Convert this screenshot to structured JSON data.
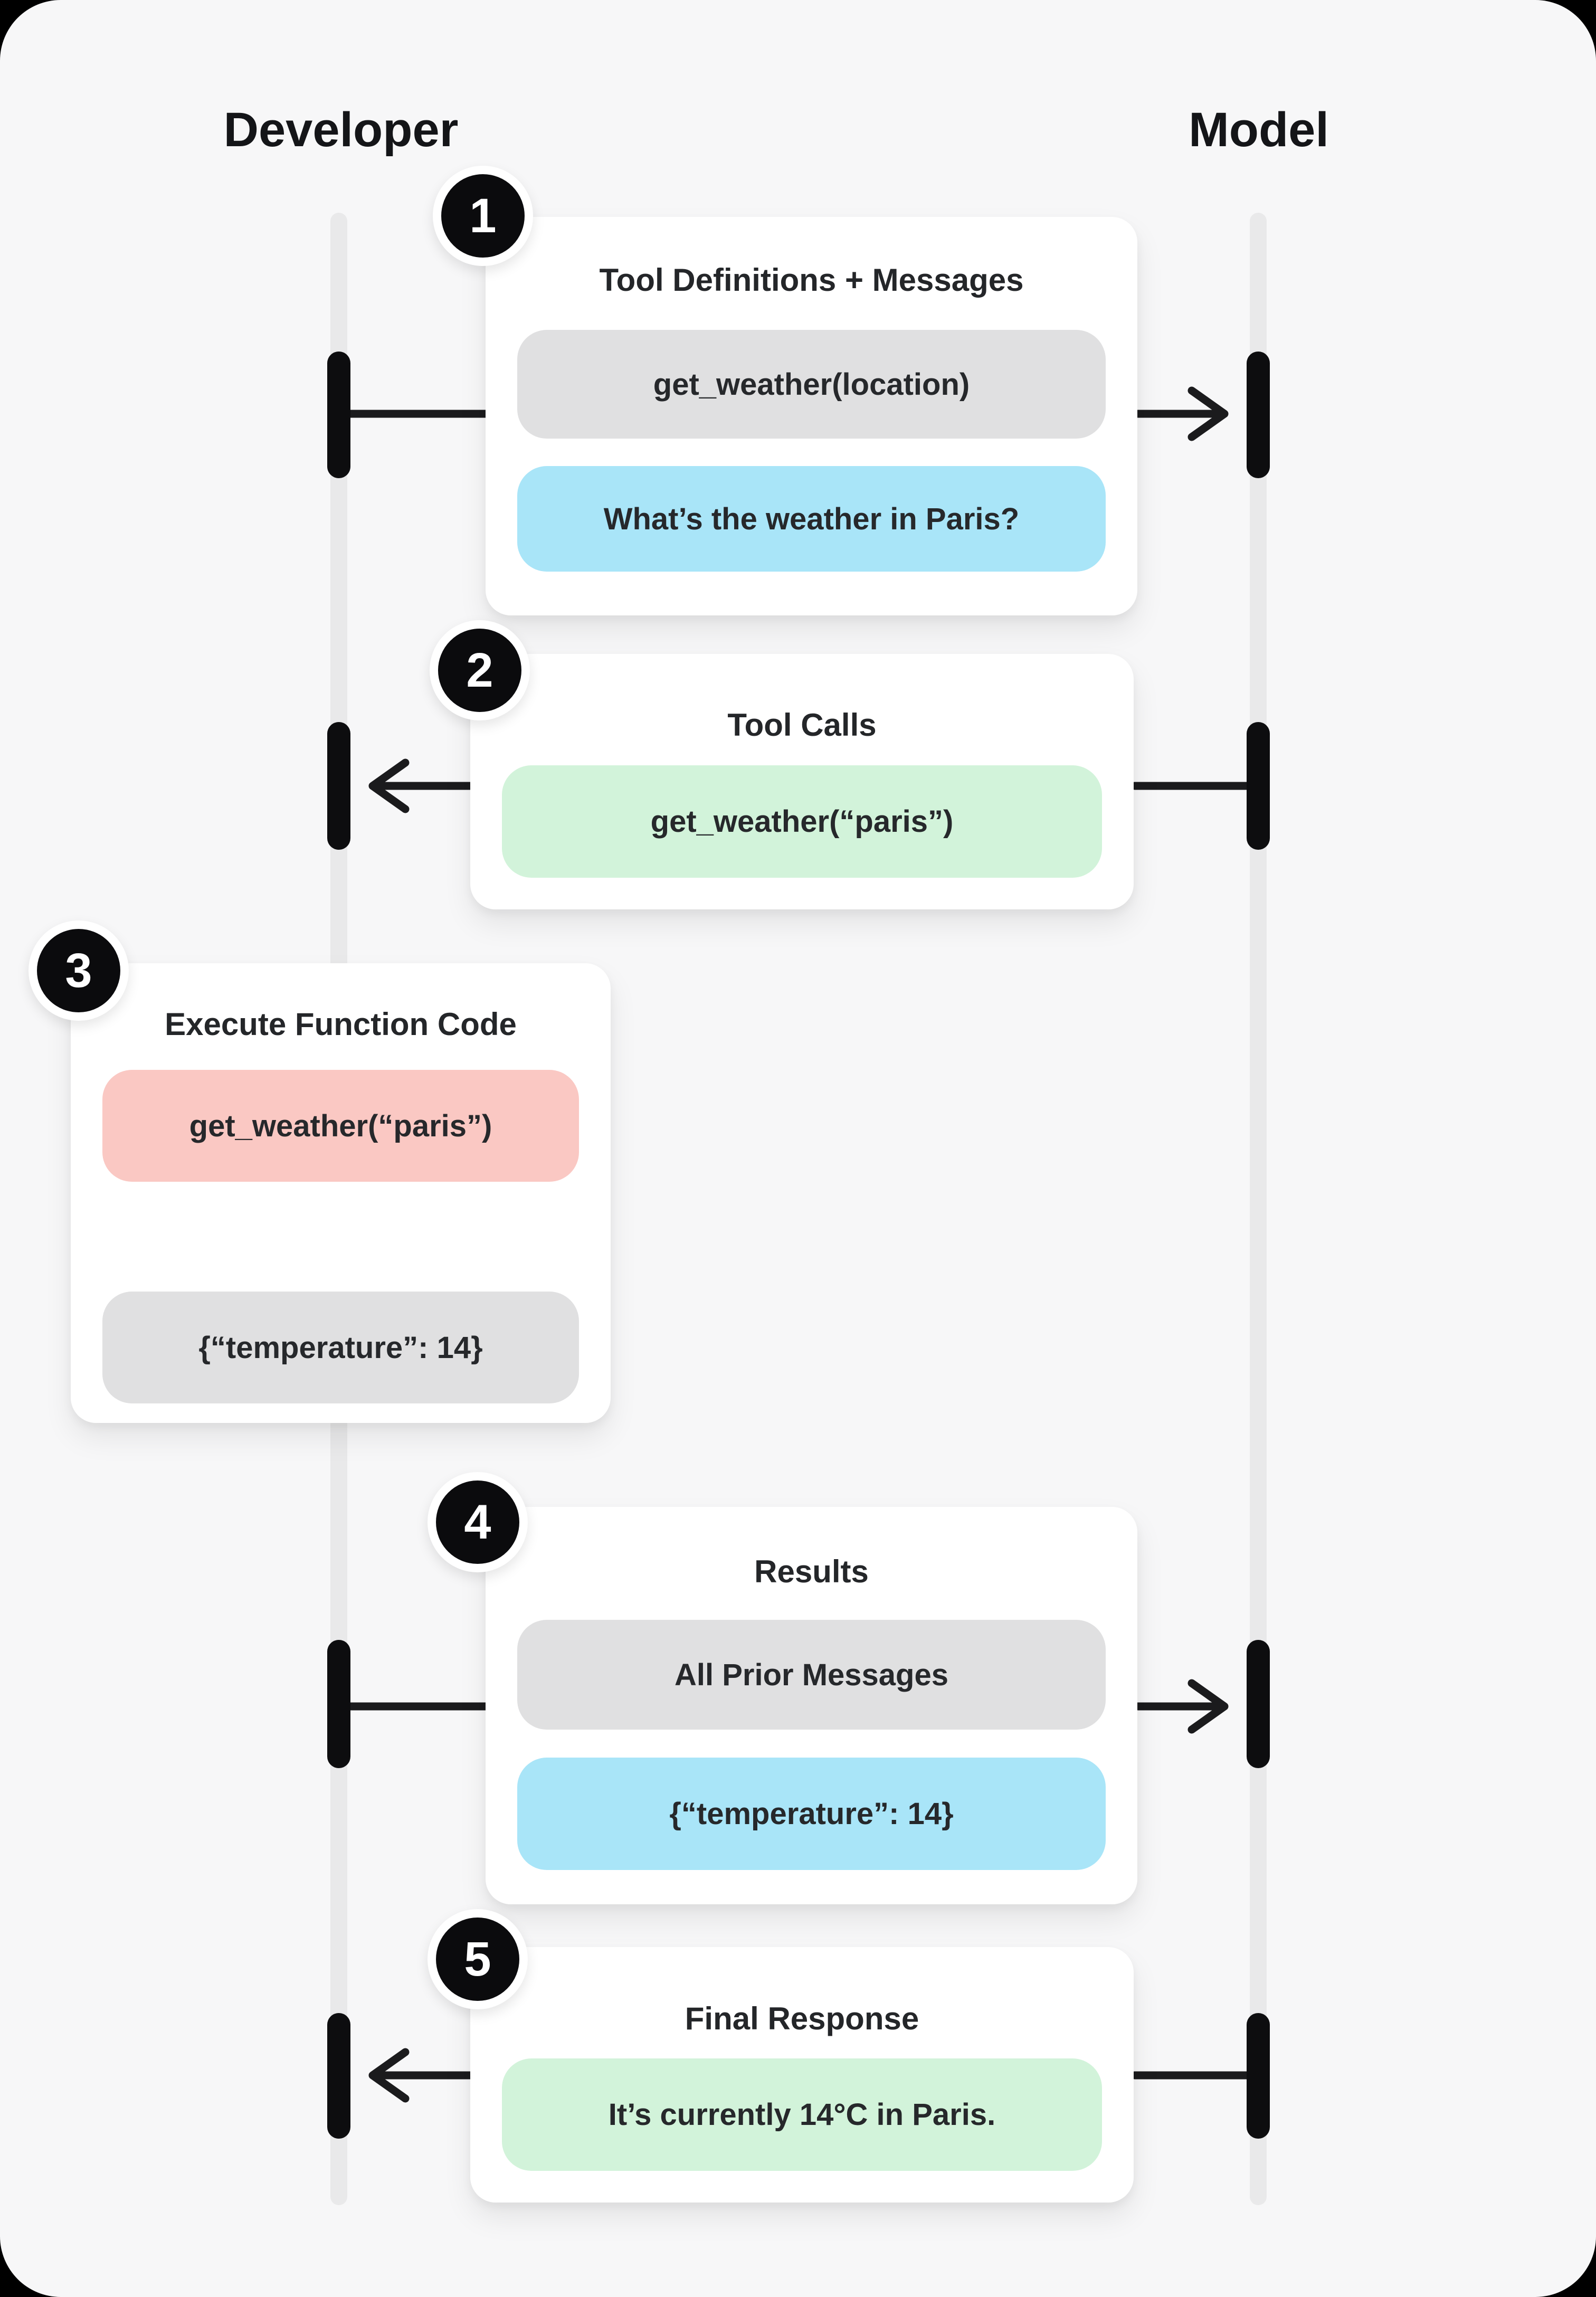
{
  "diagram": {
    "left_lane_label": "Developer",
    "right_lane_label": "Model"
  },
  "steps": [
    {
      "number": "1",
      "title": "Tool Definitions + Messages",
      "direction": "developer-to-model",
      "pills": [
        {
          "style": "gray",
          "text": "get_weather(location)"
        },
        {
          "style": "blue",
          "text": "What’s the weather in Paris?"
        }
      ]
    },
    {
      "number": "2",
      "title": "Tool Calls",
      "direction": "model-to-developer",
      "pills": [
        {
          "style": "green",
          "text": "get_weather(“paris”)"
        }
      ]
    },
    {
      "number": "3",
      "title": "Execute Function Code",
      "direction": "developer-local",
      "pills": [
        {
          "style": "red",
          "text": "get_weather(“paris”)"
        },
        {
          "style": "gray",
          "text": "{“temperature”: 14}"
        }
      ]
    },
    {
      "number": "4",
      "title": "Results",
      "direction": "developer-to-model",
      "pills": [
        {
          "style": "gray",
          "text": "All Prior Messages"
        },
        {
          "style": "blue",
          "text": "{“temperature”: 14}"
        }
      ]
    },
    {
      "number": "5",
      "title": "Final Response",
      "direction": "model-to-developer",
      "pills": [
        {
          "style": "green",
          "text": "It’s currently 14°C in Paris."
        }
      ]
    }
  ],
  "colors": {
    "outer_background": "#000000",
    "sheet_background": "#f7f7f8",
    "lifeline": "#e9e9ea",
    "activation_bar": "#0d0d0f",
    "arrow": "#1b1b1d",
    "card": "#ffffff",
    "pill_gray": "#e0e0e1",
    "pill_blue": "#a9e5f8",
    "pill_green": "#d2f3da",
    "pill_red": "#fac8c3",
    "text": "#242629"
  }
}
